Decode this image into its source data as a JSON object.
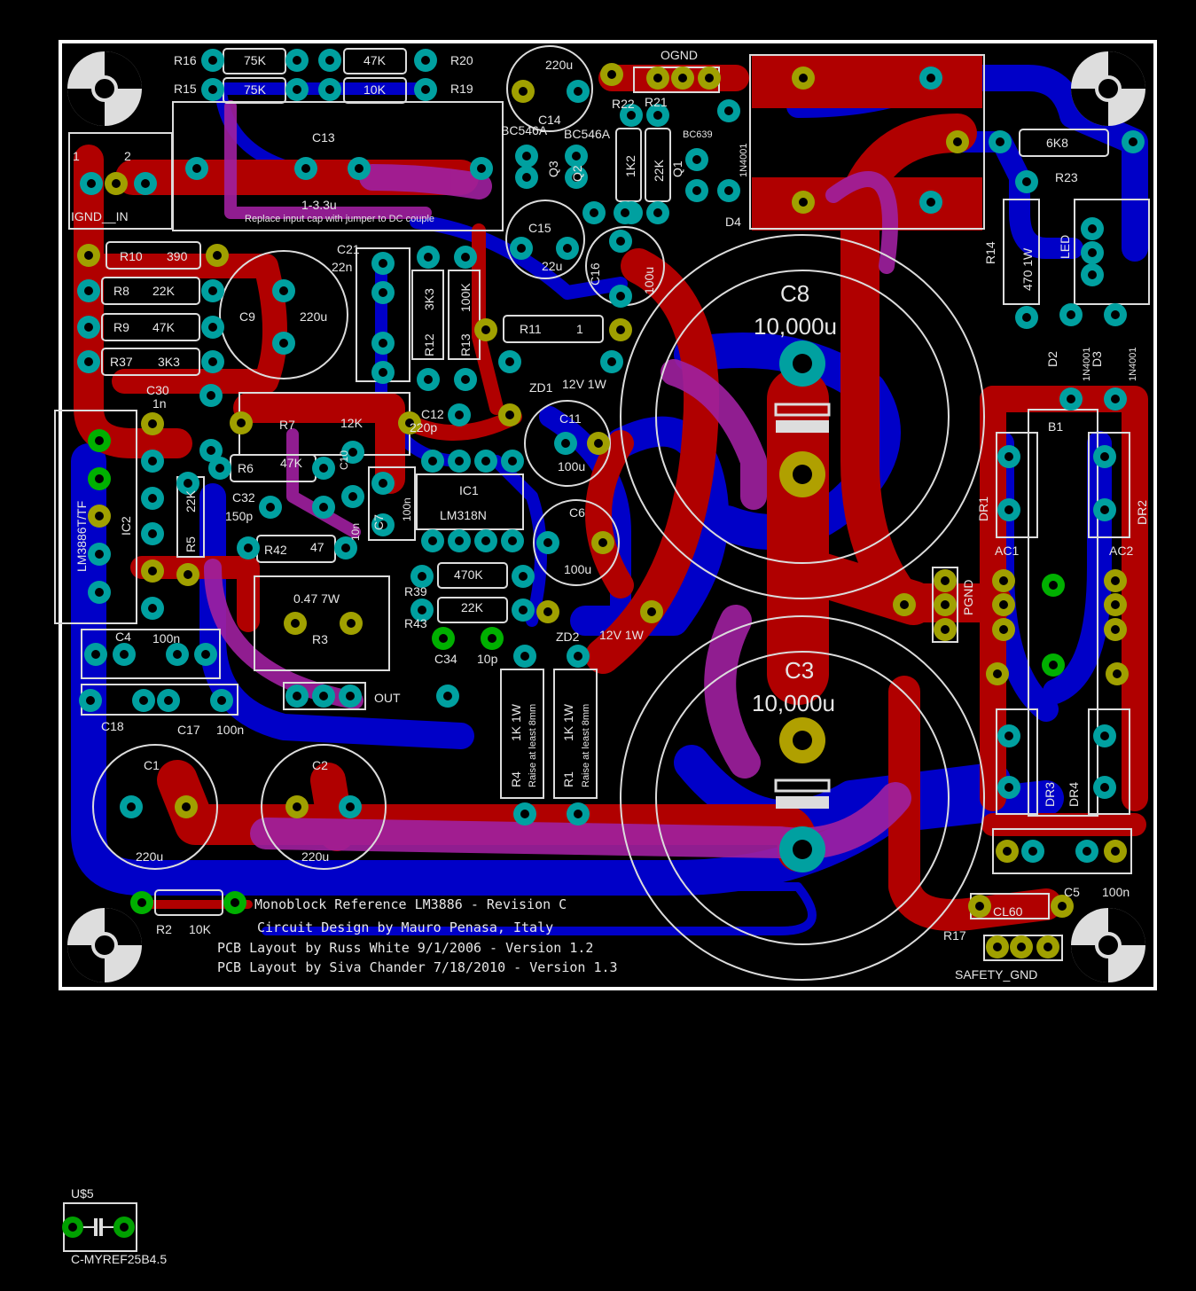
{
  "colors": {
    "background": "#000000",
    "top_copper": "#b00000",
    "bottom_copper": "#0000c8",
    "overlap": "#a020a0",
    "silkscreen": "#dcdcdc",
    "pad_ring": "#00a0a0",
    "pad_ring_alt": "#a0a000",
    "pad_green": "#00b000"
  },
  "board_text": {
    "line1": "Monoblock Reference LM3886 - Revision C",
    "line2": "Circuit Design by Mauro Penasa, Italy",
    "line3": "PCB Layout by Russ White 9/1/2006 - Version 1.2",
    "line4": "PCB Layout by Siva Chander 7/18/2010 - Version 1.3"
  },
  "c13_note": {
    "value": "1-3.3u",
    "note": "Replace input cap with jumper to DC couple"
  },
  "labels": {
    "R16": "R16",
    "R15": "R15",
    "R20": "R20",
    "R19": "R19",
    "v75k_a": "75K",
    "v75k_b": "75K",
    "v47k_top": "47K",
    "v10k_top": "10K",
    "C13": "C13",
    "C14": "C14",
    "c14v": "220u",
    "OGND": "OGND",
    "R22": "R22",
    "R21": "R21",
    "BC546A_1": "BC546A",
    "BC546A_2": "BC546A",
    "BC639": "BC639",
    "Q1": "Q1",
    "Q2": "Q2",
    "Q3": "Q3",
    "D4": "D4",
    "n4001_d4": "1N4001",
    "r22v": "1K2",
    "r21v": "22K",
    "IGND_IN": "IGND__IN",
    "in1": "1",
    "in2": "2",
    "R10": "R10",
    "r10v": "390",
    "R8": "R8",
    "r8v": "22K",
    "R9": "R9",
    "r9v": "47K",
    "R37": "R37",
    "r37v": "3K3",
    "C21": "C21",
    "c21v": "22n",
    "C9": "C9",
    "c9v": "220u",
    "R12": "R12",
    "r12v": "3K3",
    "R13": "R13",
    "r13v": "100K",
    "C15": "C15",
    "c15v": "22u",
    "C16": "C16",
    "c16v": "100u",
    "C8": "C8",
    "c8v": "10,000u",
    "C3": "C3",
    "c3v": "10,000u",
    "R14": "R14",
    "r14v": "470 1W",
    "LED": "LED",
    "R23": "R23",
    "r23v": "6K8",
    "D2": "D2",
    "D3": "D3",
    "n4001_d2": "1N4001",
    "n4001_d3": "1N4001",
    "R11": "R11",
    "r11v": "1",
    "ZD1": "ZD1",
    "zd1v": "12V 1W",
    "ZD2": "ZD2",
    "zd2v": "12V 1W",
    "C30": "C30",
    "c30v": "1n",
    "R7": "R7",
    "r7v": "12K",
    "C12": "C12",
    "c12v": "220p",
    "C11": "C11",
    "c11v": "100u",
    "C6": "C6",
    "c6v": "100u",
    "R6": "R6",
    "r6v": "47K",
    "C32": "C32",
    "c32v": "150p",
    "C10": "C10",
    "c10v": "10n",
    "C7": "C7",
    "c7v": "100n",
    "IC1": "IC1",
    "lm318": "LM318N",
    "IC2": "IC2",
    "lm3886": "LM3886T/TF",
    "R5": "R5",
    "r5v": "22K",
    "R42": "R42",
    "r42v": "47",
    "R39": "R39",
    "r39v": "470K",
    "R43": "R43",
    "r43v": "22K",
    "C34": "C34",
    "c34v": "10p",
    "R3": "R3",
    "r3v": "0.47 7W",
    "OUT": "OUT",
    "C4": "C4",
    "c4v": "100n",
    "C18": "C18",
    "C17": "C17",
    "c17v": "100n",
    "R4": "R4",
    "R1": "R1",
    "r4v": "1K 1W",
    "r1v": "1K 1W",
    "raise": "Raise at least 8mm",
    "C1": "C1",
    "c1v": "220u",
    "C2": "C2",
    "c2v": "220u",
    "PGND": "PGND",
    "B1": "B1",
    "DR1": "DR1",
    "DR2": "DR2",
    "DR3": "DR3",
    "DR4": "DR4",
    "AC1": "AC1",
    "AC2": "AC2",
    "C5": "C5",
    "c5v": "100n",
    "R17": "R17",
    "CL60": "CL60",
    "SAFETY_GND": "SAFETY_GND",
    "R2": "R2",
    "r2v": "10K",
    "US5": "U$5",
    "cmyref": "C-MYREF25B4.5"
  }
}
